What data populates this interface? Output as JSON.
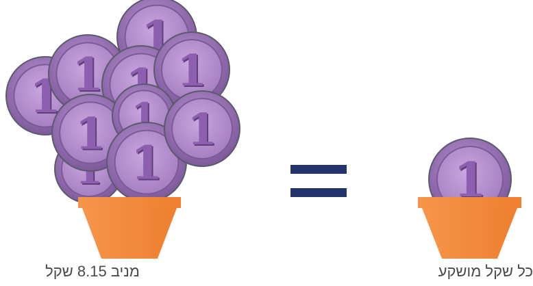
{
  "left_group": {
    "caption": "מניב 8.15 שקל",
    "coin_label": "1",
    "coin_count": 10
  },
  "right_group": {
    "caption": "כל שקל מושקע",
    "coin_label": "1",
    "coin_count": 1
  },
  "operator": "equals",
  "colors": {
    "coin_face": "#b089c9",
    "coin_rim": "#9a73b5",
    "coin_digit": "#8e5fb0",
    "coin_outline": "#5a5a6a",
    "pot": "#f58a3a",
    "equals_sign": "#22346b",
    "caption_text": "#4a4a4a"
  }
}
